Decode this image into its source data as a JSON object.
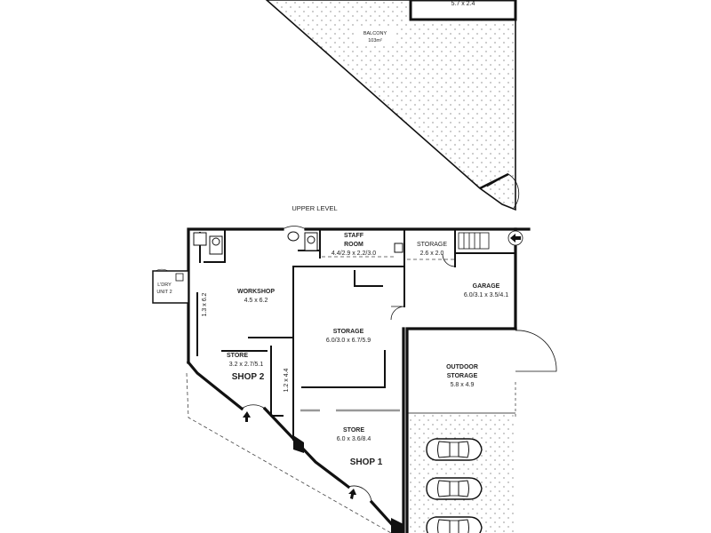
{
  "upper": {
    "level_label": "UPPER LEVEL",
    "top_room_dim": "5.7 x 2.4",
    "balcony_name": "BALCONY",
    "balcony_area": "103m²"
  },
  "rooms": {
    "workshop": {
      "name": "WORKSHOP",
      "dim": "4.5 x 6.2"
    },
    "store_shop2": {
      "name": "STORE",
      "dim": "3.2 x 2.7/5.1"
    },
    "staff_room": {
      "name": "STAFF ROOM",
      "name_line1": "STAFF",
      "name_line2": "ROOM",
      "dim": "4.4/2.9 x 2.2/3.0"
    },
    "storage_small": {
      "name": "STORAGE",
      "dim": "2.6 x 2.0"
    },
    "garage": {
      "name": "GARAGE",
      "dim": "6.0/3.1 x 3.5/4.1"
    },
    "storage_main": {
      "name": "STORAGE",
      "dim": "6.0/3.0 x 6.7/5.9"
    },
    "outdoor_storage": {
      "name_line1": "OUTDOOR",
      "name_line2": "STORAGE",
      "dim": "5.8 x 4.9"
    },
    "store_shop1": {
      "name": "STORE",
      "dim": "6.0 x 3.6/8.4"
    },
    "laundry": {
      "line1": "L'DRY",
      "line2": "UNIT 2"
    }
  },
  "vertical_dims": {
    "left": "1.3 x 6.2",
    "mid": "1.2 x 4.4"
  },
  "shops": {
    "shop1": "SHOP 1",
    "shop2": "SHOP 2"
  }
}
